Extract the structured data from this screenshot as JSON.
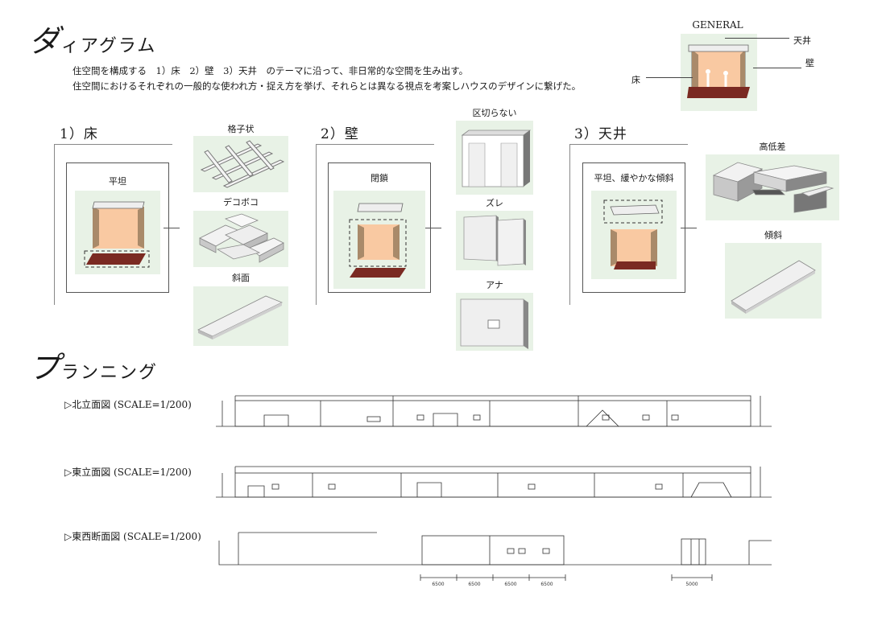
{
  "diagram": {
    "title_first": "ダ",
    "title_rest": "ィアグラム",
    "desc_line1": "住空間を構成する　1）床　2）壁　3）天井　のテーマに沿って、非日常的な空間を生み出す。",
    "desc_line2": "住空間におけるそれぞれの一般的な使われ方・捉え方を挙げ、それらとは異なる視点を考案しハウスのデザインに繋げた。",
    "general": {
      "title": "GENERAL",
      "label_ceiling": "天井",
      "label_wall": "壁",
      "label_floor": "床"
    },
    "sections": [
      {
        "title": "1）床",
        "card_label": "平坦",
        "variants": [
          "格子状",
          "デコボコ",
          "斜面"
        ]
      },
      {
        "title": "2）壁",
        "card_label": "閉鎖",
        "variants": [
          "区切らない",
          "ズレ",
          "アナ"
        ]
      },
      {
        "title": "3）天井",
        "card_label": "平坦、緩やかな傾斜",
        "variants": [
          "高低差",
          "傾斜"
        ]
      }
    ]
  },
  "planning": {
    "title_first": "プ",
    "title_rest": "ランニング",
    "drawings": [
      {
        "label": "▷北立面図 (SCALE=1/200)"
      },
      {
        "label": "▷東立面図 (SCALE=1/200)"
      },
      {
        "label": "▷東西断面図 (SCALE=1/200)"
      }
    ],
    "dims": [
      "6500",
      "6500",
      "6500",
      "6500",
      "5000"
    ]
  },
  "colors": {
    "floor": "#7a2a22",
    "wall": "#f9c9a2",
    "wall_side": "#a98a6a",
    "green_bg": "#e8f2e6"
  }
}
